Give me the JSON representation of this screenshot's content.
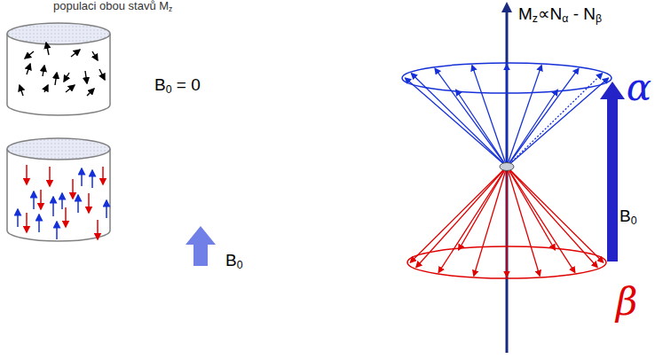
{
  "diagram": {
    "labels": [
      "populaci obou stavů Mz",
      "B0 = 0",
      "B0",
      "Mz∝Nα - Nβ",
      "α",
      "B0",
      "β"
    ]
  }
}
